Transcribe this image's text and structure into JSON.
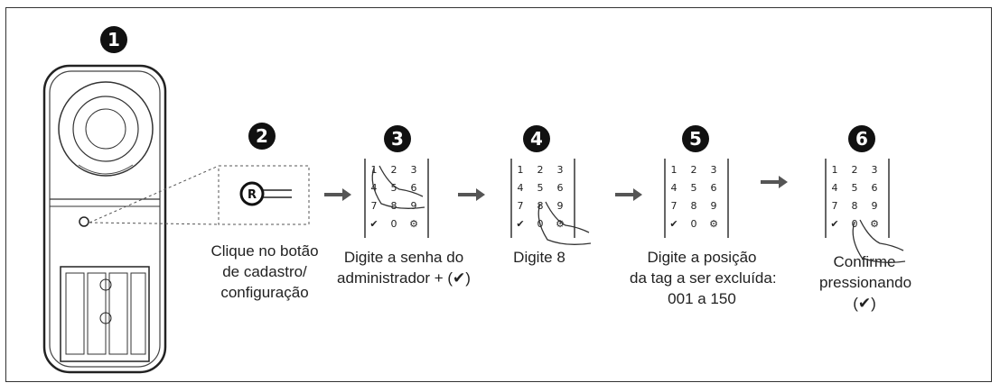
{
  "steps": [
    {
      "number": "1",
      "caption": []
    },
    {
      "number": "2",
      "caption": [
        "Clique no botão",
        "de cadastro/",
        "configuração"
      ]
    },
    {
      "number": "3",
      "caption": [
        "Digite a senha do",
        "administrador + (✔)"
      ]
    },
    {
      "number": "4",
      "caption": [
        "Digite 8"
      ]
    },
    {
      "number": "5",
      "caption": [
        "Digite a posição",
        "da tag a ser excluída:",
        "001 a 150"
      ]
    },
    {
      "number": "6",
      "caption": [
        "Confirme",
        "pressionando",
        "(✔)"
      ]
    }
  ],
  "keypad": {
    "rows": [
      [
        "1",
        "2",
        "3"
      ],
      [
        "4",
        "5",
        "6"
      ],
      [
        "7",
        "8",
        "9"
      ],
      [
        "✔",
        "0",
        "⚙"
      ]
    ]
  },
  "icons": {
    "arrow": "right-arrow-icon",
    "hand": "pressing-hand-icon",
    "button": "registration-button-icon"
  }
}
